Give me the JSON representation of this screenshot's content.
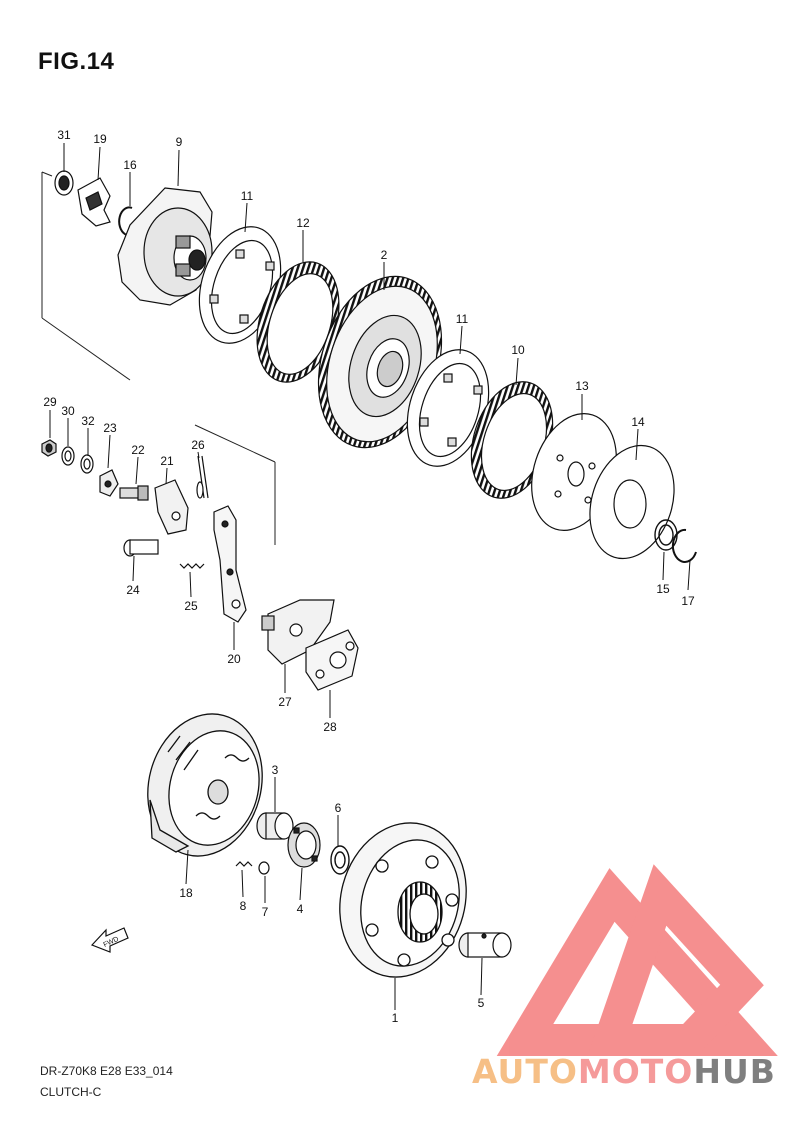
{
  "figure": {
    "title": "FIG.14"
  },
  "footer": {
    "model_code": "DR-Z70K8 E28 E33_014",
    "section": "CLUTCH-C"
  },
  "watermark": {
    "segments": [
      "AUTO",
      "MOTO",
      "HUB"
    ],
    "colors": {
      "auto": "#f6bf86",
      "moto": "#f59a9a",
      "hub": "#7f7f7f",
      "logo": "#f47c7c"
    }
  },
  "direction_arrow": {
    "label": "FWD"
  },
  "callouts": {
    "p1": "1",
    "p2": "2",
    "p3": "3",
    "p4": "4",
    "p5": "5",
    "p6": "6",
    "p7": "7",
    "p8": "8",
    "p9": "9",
    "p10": "10",
    "p11a": "11",
    "p11b": "11",
    "p12": "12",
    "p13": "13",
    "p14": "14",
    "p15": "15",
    "p16": "16",
    "p17": "17",
    "p18": "18",
    "p19": "19",
    "p20": "20",
    "p21": "21",
    "p22": "22",
    "p23": "23",
    "p24": "24",
    "p25": "25",
    "p26": "26",
    "p27": "27",
    "p28": "28",
    "p29": "29",
    "p30": "30",
    "p31": "31",
    "p32": "32"
  }
}
